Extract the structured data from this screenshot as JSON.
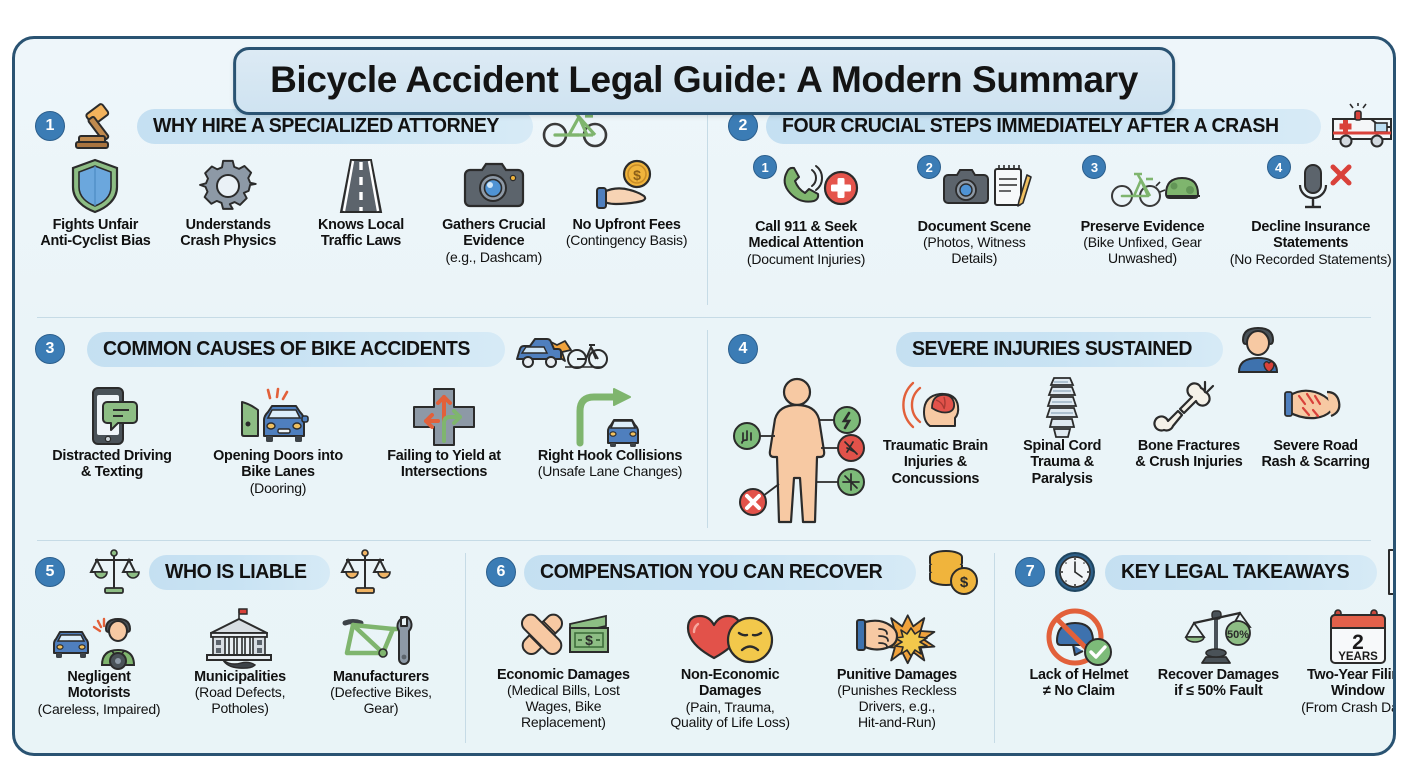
{
  "title": "Bicycle Accident Legal Guide: A Modern Summary",
  "theme": {
    "frame_border": "#2a5372",
    "background": "#eaf4f8",
    "badge_blue": "#3b7cb5",
    "pill_blue": "#c7e2f3",
    "green": "#7dbb79",
    "red": "#e2524a",
    "orange": "#f0a23c"
  },
  "sections": [
    {
      "number": "1",
      "heading": "WHY HIRE A SPECIALIZED ATTORNEY",
      "head_icon_left": "gavel-icon",
      "head_icon_right": "bicycle-icon",
      "items": [
        {
          "icon": "shield-icon",
          "label": "Fights Unfair\nAnti-Cyclist Bias",
          "sub": ""
        },
        {
          "icon": "gear-icon",
          "label": "Understands\nCrash Physics",
          "sub": ""
        },
        {
          "icon": "road-icon",
          "label": "Knows Local\nTraffic Laws",
          "sub": ""
        },
        {
          "icon": "camera-icon",
          "label": "Gathers Crucial\nEvidence",
          "sub": "(e.g., Dashcam)"
        },
        {
          "icon": "coin-hand-icon",
          "label": "No Upfront Fees",
          "sub": "(Contingency Basis)"
        }
      ]
    },
    {
      "number": "2",
      "heading": "FOUR CRUCIAL STEPS IMMEDIATELY AFTER A CRASH",
      "head_icon_right": "ambulance-icon",
      "steps": [
        {
          "num": "1",
          "icon": "phone-medical-icon",
          "label": "Call 911 & Seek\nMedical Attention",
          "sub": "(Document Injuries)"
        },
        {
          "num": "2",
          "icon": "camera-notepad-icon",
          "label": "Document Scene",
          "sub": "(Photos, Witness\nDetails)"
        },
        {
          "num": "3",
          "icon": "bike-helmet-icon",
          "label": "Preserve Evidence",
          "sub": "(Bike Unfixed, Gear\nUnwashed)"
        },
        {
          "num": "4",
          "icon": "microphone-x-icon",
          "label": "Decline Insurance\nStatements",
          "sub": "(No Recorded Statements)"
        }
      ]
    },
    {
      "number": "3",
      "heading": "COMMON CAUSES OF BIKE ACCIDENTS",
      "head_icon_right": "car-bike-crash-icon",
      "items": [
        {
          "icon": "phone-texting-icon",
          "label": "Distracted Driving\n& Texting",
          "sub": ""
        },
        {
          "icon": "car-door-icon",
          "label": "Opening Doors into\nBike Lanes",
          "sub": "(Dooring)"
        },
        {
          "icon": "intersection-arrows-icon",
          "label": "Failing to Yield at\nIntersections",
          "sub": ""
        },
        {
          "icon": "right-turn-car-icon",
          "label": "Right Hook Collisions",
          "sub": "(Unsafe Lane Changes)"
        }
      ]
    },
    {
      "number": "4",
      "heading": "SEVERE INJURIES SUSTAINED",
      "head_icon_right": "injured-person-icon",
      "figure_icon": "body-injury-map-icon",
      "items": [
        {
          "icon": "brain-injury-icon",
          "label": "Traumatic Brain\nInjuries &\nConcussions",
          "sub": ""
        },
        {
          "icon": "spine-icon",
          "label": "Spinal Cord\nTrauma &\nParalysis",
          "sub": ""
        },
        {
          "icon": "broken-bone-icon",
          "label": "Bone Fractures\n& Crush Injuries",
          "sub": ""
        },
        {
          "icon": "road-rash-arm-icon",
          "label": "Severe Road\nRash & Scarring",
          "sub": ""
        }
      ]
    },
    {
      "number": "5",
      "heading": "WHO IS LIABLE",
      "head_icon_left": "scales-green-icon",
      "head_icon_right": "scales-orange-icon",
      "items": [
        {
          "icon": "car-driver-icon",
          "label": "Negligent\nMotorists",
          "sub": "(Careless, Impaired)"
        },
        {
          "icon": "government-building-icon",
          "label": "Municipalities",
          "sub": "(Road Defects,\nPotholes)"
        },
        {
          "icon": "bike-frame-wrench-icon",
          "label": "Manufacturers",
          "sub": "(Defective Bikes,\nGear)"
        }
      ]
    },
    {
      "number": "6",
      "heading": "COMPENSATION YOU CAN RECOVER",
      "head_icon_right": "coins-stack-icon",
      "items": [
        {
          "icon": "bandage-cash-icon",
          "label": "Economic Damages",
          "sub": "(Medical Bills, Lost\nWages, Bike\nReplacement)"
        },
        {
          "icon": "heart-sad-face-icon",
          "label": "Non-Economic\nDamages",
          "sub": "(Pain, Trauma,\nQuality of Life Loss)"
        },
        {
          "icon": "fist-impact-icon",
          "label": "Punitive Damages",
          "sub": "(Punishes Reckless\nDrivers, e.g.,\nHit-and-Run)"
        }
      ]
    },
    {
      "number": "7",
      "heading": "KEY LEGAL TAKEAWAYS",
      "head_icon_left": "clock-icon",
      "head_icon_right": "legal-document-icon",
      "items": [
        {
          "icon": "no-helmet-ok-icon",
          "label": "Lack of Helmet\n≠ No Claim",
          "sub": ""
        },
        {
          "icon": "scales-50-percent-icon",
          "label": "Recover Damages\nif ≤ 50% Fault",
          "sub": ""
        },
        {
          "icon": "calendar-2-years-icon",
          "label": "Two-Year Filing\nWindow",
          "sub": "(From Crash Date)"
        }
      ]
    }
  ],
  "icon_text": {
    "calendar_number": "2",
    "calendar_unit": "YEARS",
    "scale_percent": "50%",
    "dollar": "$"
  }
}
